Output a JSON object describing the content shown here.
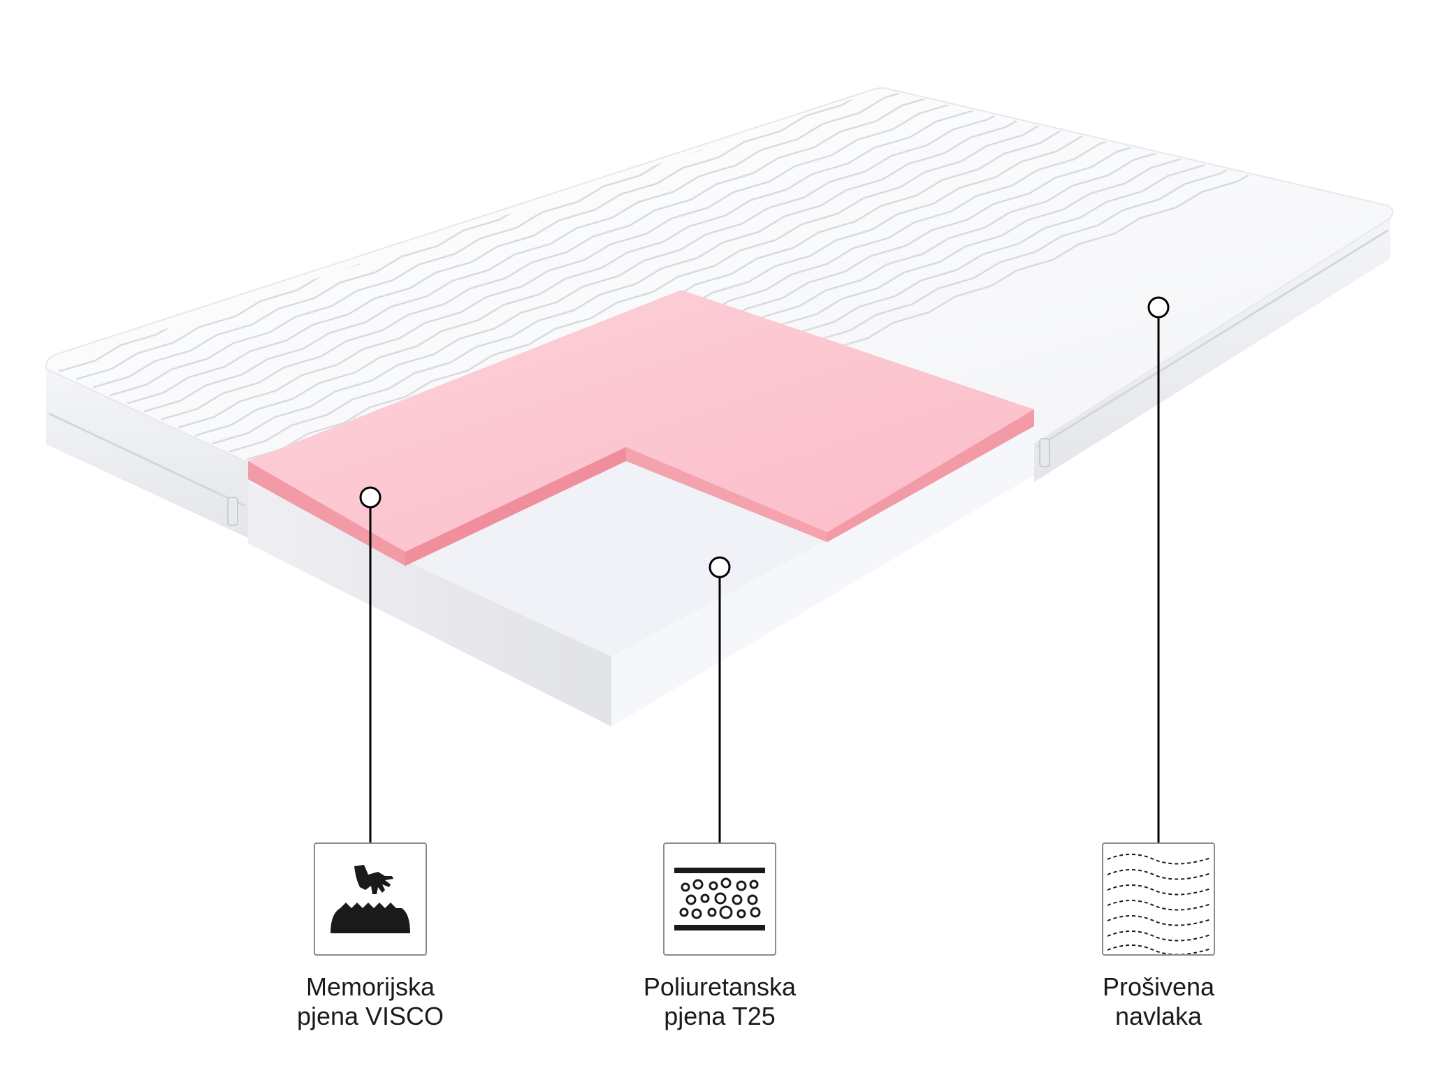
{
  "callouts": [
    {
      "id": "memory-foam",
      "icon": "hand-pressing-foam-icon",
      "label_line1": "Memorijska",
      "label_line2": "pjena VISCO"
    },
    {
      "id": "polyurethane-foam",
      "icon": "foam-cells-icon",
      "label_line1": "Poliuretanska",
      "label_line2": "pjena T25"
    },
    {
      "id": "quilted-cover",
      "icon": "quilted-fabric-icon",
      "label_line1": "Prošivena",
      "label_line2": "navlaka"
    }
  ],
  "colors": {
    "memory_foam_top": "#fcc7d1",
    "memory_foam_edge": "#f2909d",
    "base_foam_top": "#f4f5fa",
    "base_foam_side": "#e7e8ec",
    "cover": "#ffffff",
    "quilt_lines": "#d4d7dd",
    "connector_line": "#000000"
  }
}
